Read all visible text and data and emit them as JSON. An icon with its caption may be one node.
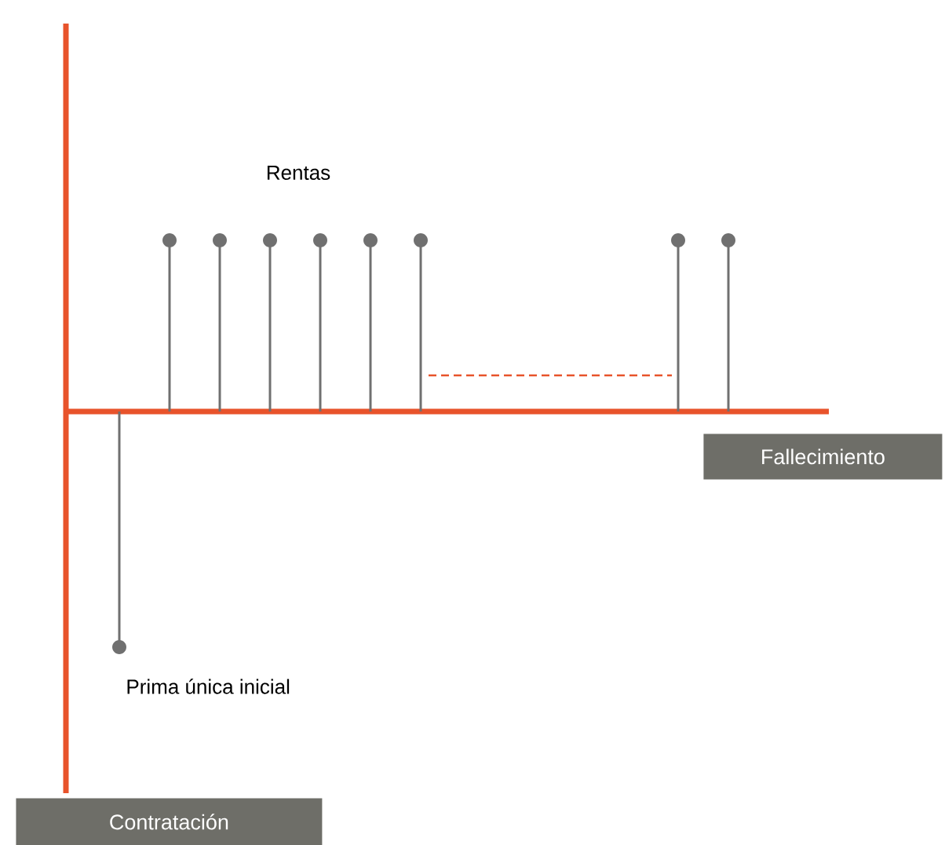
{
  "diagram": {
    "nodes": [
      {
        "text": [
          "Fallecimiento"
        ]
      },
      {
        "text": [
          "Contratación"
        ]
      }
    ],
    "labels": [
      "Rentas",
      "Prima única inicial"
    ]
  }
}
